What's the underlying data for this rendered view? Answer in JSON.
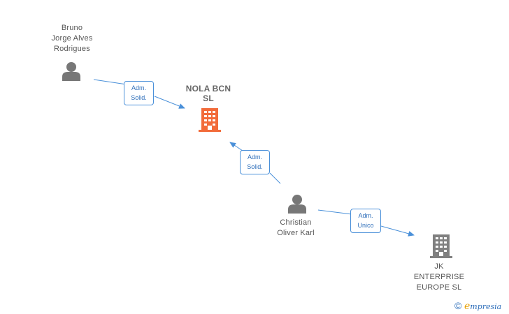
{
  "nodes": {
    "bruno": {
      "lines": [
        "Bruno",
        "Jorge Alves",
        "Rodrigues"
      ]
    },
    "nola": {
      "lines": [
        "NOLA BCN",
        "SL"
      ]
    },
    "christian": {
      "lines": [
        "Christian",
        "Oliver Karl"
      ]
    },
    "jk": {
      "lines": [
        "JK",
        "ENTERPRISE",
        "EUROPE  SL"
      ]
    }
  },
  "edges": {
    "bruno_nola": {
      "lines": [
        "Adm.",
        "Solid."
      ]
    },
    "christian_nola": {
      "lines": [
        "Adm.",
        "Solid."
      ]
    },
    "christian_jk": {
      "lines": [
        "Adm.",
        "Unico"
      ]
    }
  },
  "colors": {
    "edge": "#4a90d9",
    "person_icon": "#777777",
    "company_main": "#f26b3a",
    "company_other": "#808080"
  },
  "brand": {
    "copyright": "©",
    "e": "e",
    "rest": "mpresia"
  }
}
